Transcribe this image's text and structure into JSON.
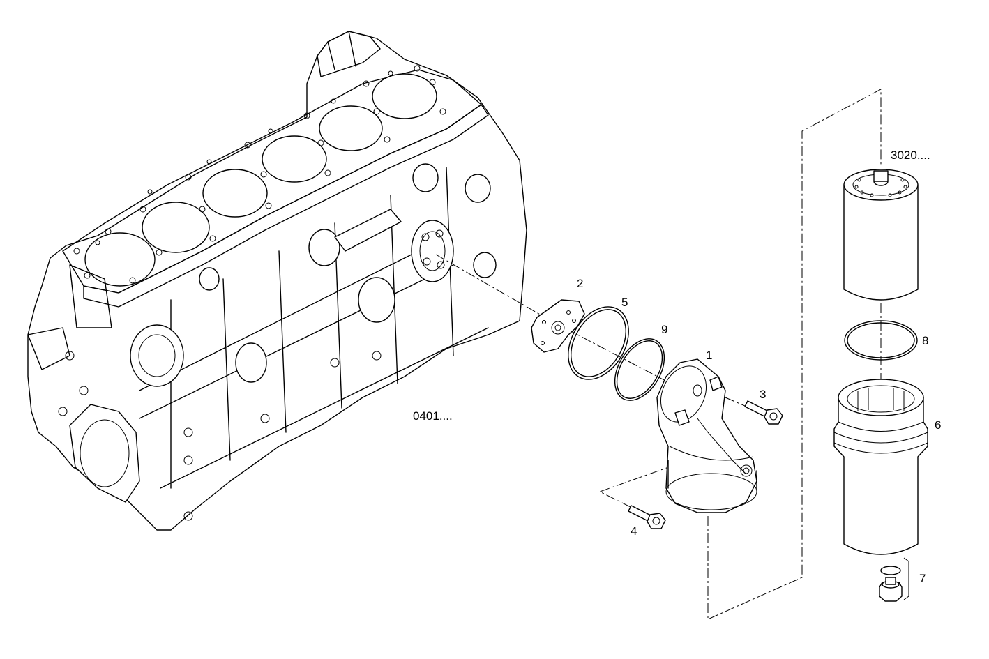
{
  "callouts": {
    "engine_block": "0401....",
    "filter_cartridge": "3020....",
    "part_1": "1",
    "part_2": "2",
    "part_3": "3",
    "part_4": "4",
    "part_5": "5",
    "part_6": "6",
    "part_7": "7",
    "part_8": "8",
    "part_9": "9"
  },
  "colors": {
    "line": "#000000",
    "background": "#ffffff"
  }
}
